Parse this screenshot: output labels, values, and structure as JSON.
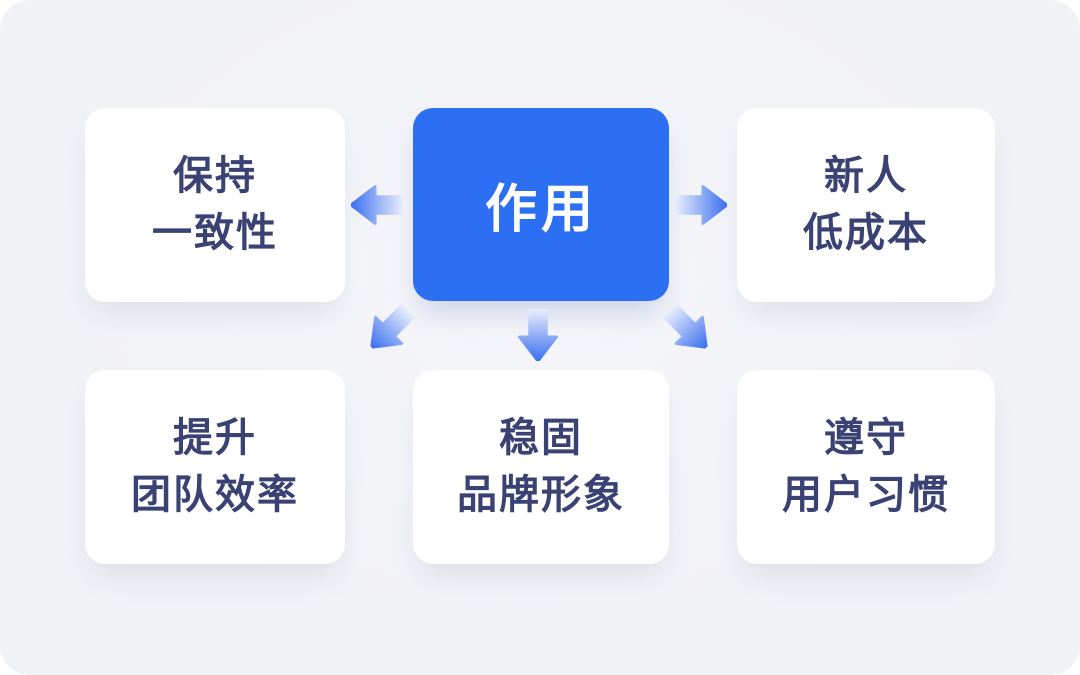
{
  "diagram": {
    "center": {
      "label": "作用"
    },
    "nodes": [
      {
        "id": "keep-consistency",
        "position": "top-left",
        "line1": "保持",
        "line2": "一致性"
      },
      {
        "id": "newcomer-low-cost",
        "position": "top-right",
        "line1": "新人",
        "line2": "低成本"
      },
      {
        "id": "improve-team-efficiency",
        "position": "bottom-left",
        "line1": "提升",
        "line2": "团队效率"
      },
      {
        "id": "stable-brand-image",
        "position": "bottom-center",
        "line1": "稳固",
        "line2": "品牌形象"
      },
      {
        "id": "follow-user-habits",
        "position": "bottom-right",
        "line1": "遵守",
        "line2": "用户习惯"
      }
    ],
    "arrows": [
      {
        "id": "arrow-left",
        "from": "center",
        "to": "top-left"
      },
      {
        "id": "arrow-right",
        "from": "center",
        "to": "top-right"
      },
      {
        "id": "arrow-down-left",
        "from": "center",
        "to": "bottom-left"
      },
      {
        "id": "arrow-down",
        "from": "center",
        "to": "bottom-center"
      },
      {
        "id": "arrow-down-right",
        "from": "center",
        "to": "bottom-right"
      }
    ],
    "colors": {
      "background": "#f1f2f6",
      "center_box": "#2d6ff3",
      "center_text": "#ffffff",
      "node_box": "#ffffff",
      "node_text": "#3a4273",
      "arrow_tip": "#3b70ef",
      "arrow_tail": "#eaeefc"
    }
  }
}
